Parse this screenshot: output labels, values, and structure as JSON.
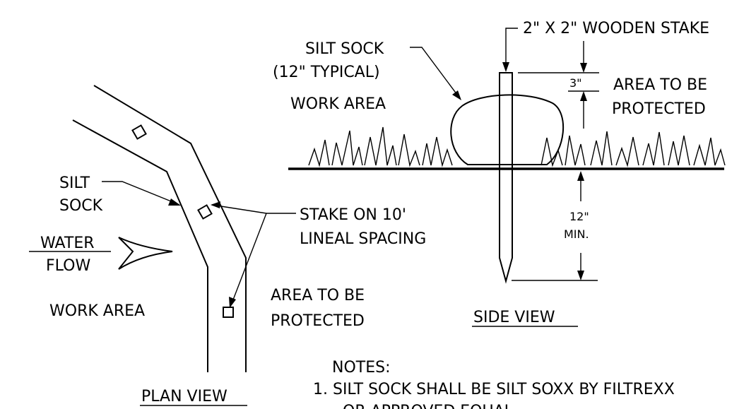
{
  "plan_view": {
    "title": "PLAN VIEW",
    "work_area": "WORK AREA",
    "area_protected_line1": "AREA TO BE",
    "area_protected_line2": "PROTECTED",
    "silt_sock_line1": "SILT",
    "silt_sock_line2": "SOCK",
    "water_flow_line1": "WATER",
    "water_flow_line2": "FLOW",
    "stake_note_line1": "STAKE ON 10'",
    "stake_note_line2": "LINEAL SPACING"
  },
  "side_view": {
    "title": "SIDE VIEW",
    "wooden_stake": "2\" X 2\" WOODEN STAKE",
    "silt_sock_line1": "SILT SOCK",
    "silt_sock_line2": "(12\" TYPICAL)",
    "work_area": "WORK AREA",
    "area_protected_line1": "AREA TO BE",
    "area_protected_line2": "PROTECTED",
    "dim_top": "3\"",
    "dim_depth_line1": "12\"",
    "dim_depth_line2": "MIN."
  },
  "notes": {
    "heading": "NOTES:",
    "items": [
      "1. SILT SOCK SHALL BE SILT SOXX BY FILTREXX",
      "OR APPROVED EQUAL"
    ]
  }
}
